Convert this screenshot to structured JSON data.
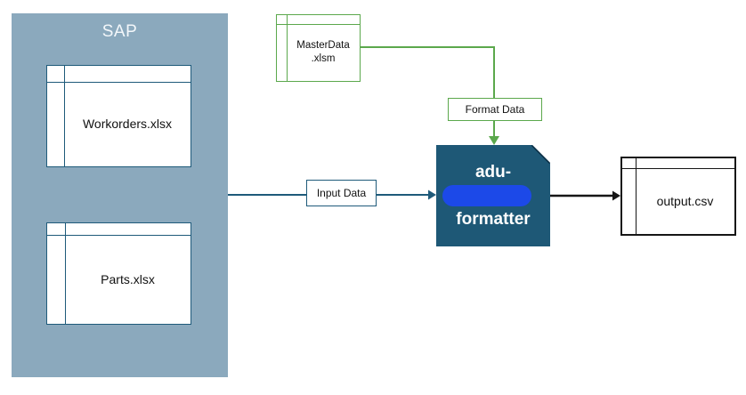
{
  "colors": {
    "sap_group_fill": "#8BA9BD",
    "teal": "#1E5A7A",
    "green": "#5BA84C",
    "black": "#161616",
    "formatter_fill": "#1E5876",
    "redaction_blue": "#1C49E8"
  },
  "sap_group": {
    "label": "SAP"
  },
  "nodes": {
    "workorders": {
      "label": "Workorders.xlsx",
      "icon": "spreadsheet-icon"
    },
    "parts": {
      "label": "Parts.xlsx",
      "icon": "spreadsheet-icon"
    },
    "masterdata": {
      "label": "MasterData\n.xlsm",
      "icon": "spreadsheet-icon"
    },
    "formatter": {
      "line1": "adu-",
      "line2": "formatter",
      "icon": "document-folded-corner-icon"
    },
    "output": {
      "label": "output.csv",
      "icon": "spreadsheet-icon"
    }
  },
  "edges": {
    "input_data": {
      "label": "Input Data",
      "color": "#1E5A7A"
    },
    "format_data": {
      "label": "Format Data",
      "color": "#5BA84C"
    },
    "to_output": {
      "color": "#161616"
    }
  }
}
